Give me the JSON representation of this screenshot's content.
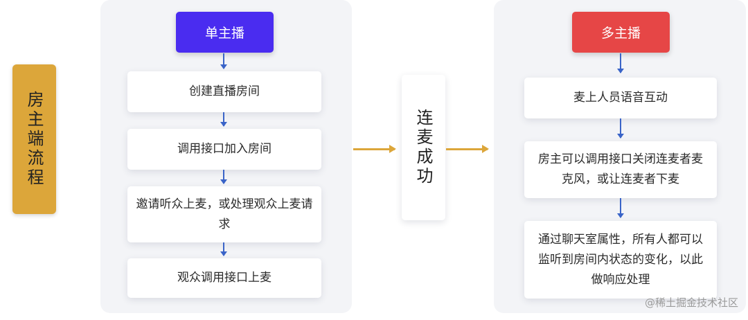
{
  "side_label": "房主端流程",
  "center_label": "连麦成功",
  "single": {
    "header": "单主播",
    "steps": [
      "创建直播房间",
      "调用接口加入房间",
      "邀请听众上麦，或处理观众上麦请求",
      "观众调用接口上麦"
    ]
  },
  "multi": {
    "header": "多主播",
    "steps": [
      "麦上人员语音互动",
      "房主可以调用接口关闭连麦者麦克风，或让连麦者下麦",
      "通过聊天室属性，所有人都可以监听到房间内状态的变化，以此做响应处理"
    ]
  },
  "watermark": "@稀土掘金技术社区",
  "colors": {
    "single_header": "#4a2cf0",
    "multi_header": "#e64646",
    "side_label_bg": "#dca63a",
    "arrow_blue": "#3a64c8",
    "arrow_gold": "#dca63a"
  }
}
